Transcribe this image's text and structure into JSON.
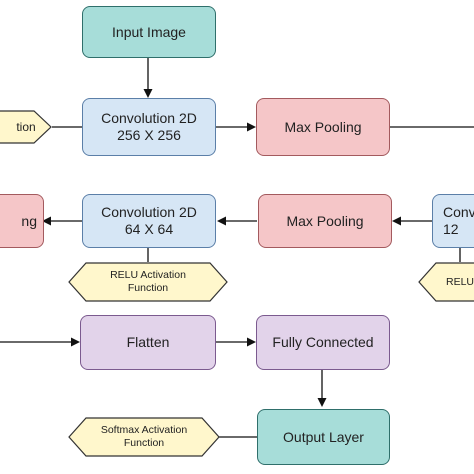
{
  "diagram": {
    "nodes": {
      "input_image": {
        "lines": [
          "Input Image"
        ]
      },
      "conv_256": {
        "lines": [
          "Convolution 2D",
          "256 X 256"
        ]
      },
      "maxpool_1": {
        "lines": [
          "Max Pooling"
        ]
      },
      "conv_128_partial": {
        "lines": [
          "Conv",
          "12"
        ]
      },
      "maxpool_2": {
        "lines": [
          "Max Pooling"
        ]
      },
      "conv_64": {
        "lines": [
          "Convolution 2D",
          "64 X 64"
        ]
      },
      "left_cut_node": {
        "lines": [
          "ng"
        ]
      },
      "flatten": {
        "lines": [
          "Flatten"
        ]
      },
      "fully_connected": {
        "lines": [
          "Fully Connected"
        ]
      },
      "output_layer": {
        "lines": [
          "Output Layer"
        ]
      }
    },
    "activations": {
      "top_left_partial": {
        "lines": [
          "tion"
        ]
      },
      "relu_middle": {
        "lines": [
          "RELU Activation",
          "Function"
        ]
      },
      "relu_right_partial": {
        "lines": [
          "RELU"
        ]
      },
      "softmax": {
        "lines": [
          "Softmax Activation",
          "Function"
        ]
      }
    },
    "colors": {
      "input": "#a7ddd9",
      "convolution": "#d6e6f5",
      "pooling": "#f5c6c8",
      "dense": "#e2d3ea",
      "activation": "#fff7cc"
    }
  }
}
